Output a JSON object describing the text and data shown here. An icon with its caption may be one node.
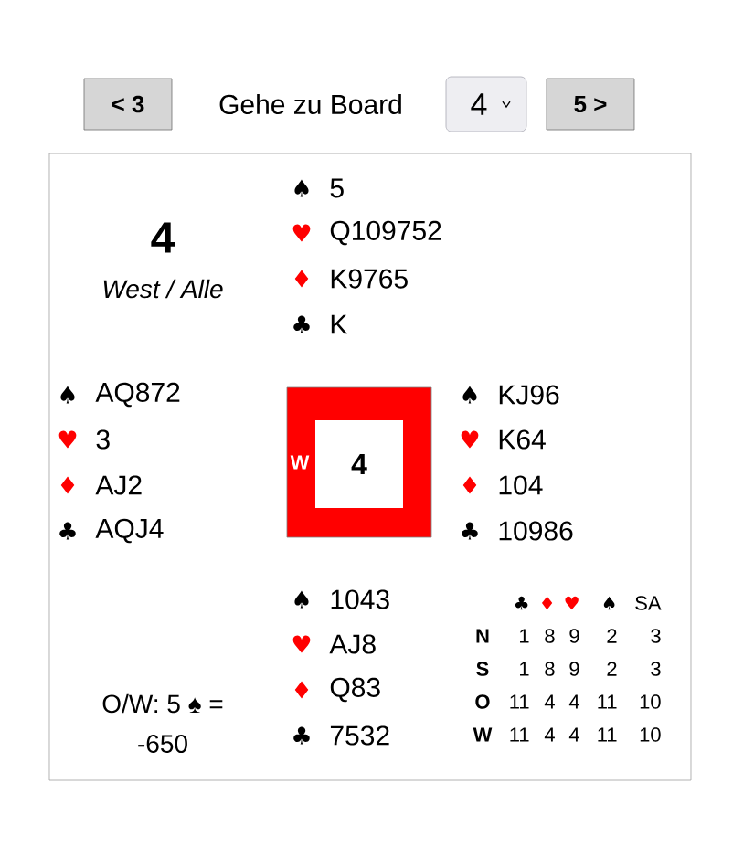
{
  "diagram": {
    "nodes": [
      {
        "text": [
          "< 3"
        ]
      },
      {
        "text": [
          "4"
        ]
      },
      {
        "text": [
          "5 >"
        ]
      },
      {
        "text": [
          "W"
        ]
      },
      {
        "text": [
          "4"
        ],
        "in": 3
      }
    ],
    "labels": [
      "Gehe zu Board",
      "4",
      "West / Alle",
      "♠",
      "5",
      "♥",
      "Q109752",
      "♦",
      "K9765",
      "♣",
      "K",
      "♠",
      "AQ872",
      "♥",
      "3",
      "♦",
      "AJ2",
      "♣",
      "AQJ4",
      "♠",
      "KJ96",
      "♥",
      "K64",
      "♦",
      "104",
      "♣",
      "10986",
      "♠",
      "1043",
      "♥",
      "AJ8",
      "♦",
      "Q83",
      "♣",
      "7532",
      "O/W: 5 ♠ =",
      "-650",
      "♣",
      "♦",
      "♥",
      "♠",
      "SA",
      "N",
      "1",
      "8",
      "9",
      "2",
      "3",
      "S",
      "1",
      "8",
      "9",
      "2",
      "3",
      "O",
      "11",
      "4",
      "4",
      "11",
      "10",
      "W",
      "11",
      "4",
      "4",
      "11",
      "10"
    ]
  }
}
